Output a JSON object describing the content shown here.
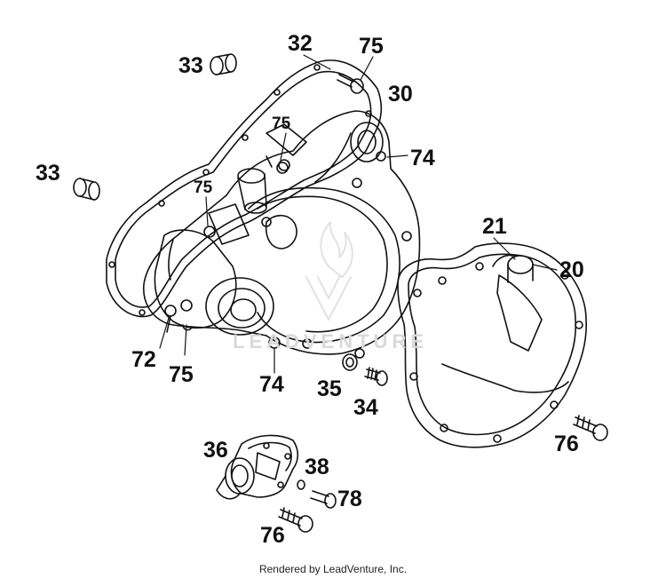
{
  "watermark": "LEADVENTURE",
  "footer": "Rendered by LeadVenture, Inc.",
  "callouts": {
    "c33a": "33",
    "c33b": "33",
    "c32": "32",
    "c75a": "75",
    "c30": "30",
    "c75b": "75",
    "c74a": "74",
    "c75c": "75",
    "c72": "72",
    "c75d": "75",
    "c74b": "74",
    "c35": "35",
    "c34": "34",
    "c21": "21",
    "c20": "20",
    "c76a": "76",
    "c36": "36",
    "c38": "38",
    "c78": "78",
    "c76b": "76"
  }
}
